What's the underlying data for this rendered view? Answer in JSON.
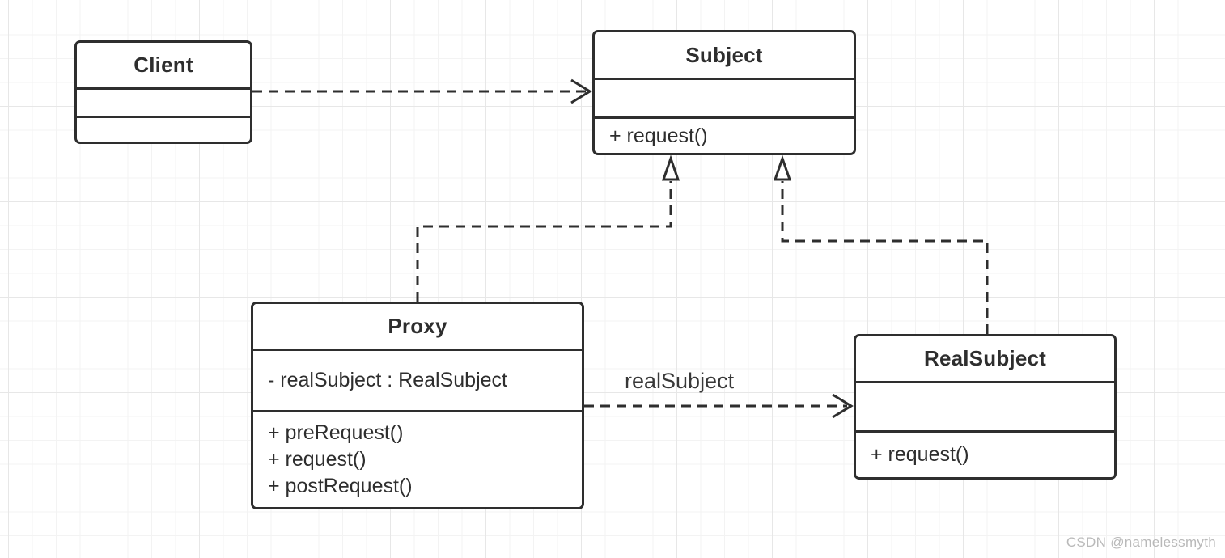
{
  "diagram": {
    "kind": "uml-class-diagram",
    "pattern": "Proxy"
  },
  "classes": {
    "client": {
      "name": "Client",
      "attributes": [],
      "methods": []
    },
    "subject": {
      "name": "Subject",
      "attributes": [],
      "methods": [
        "+ request()"
      ]
    },
    "proxy": {
      "name": "Proxy",
      "attributes": [
        "- realSubject : RealSubject"
      ],
      "methods": [
        "+ preRequest()",
        "+ request()",
        "+ postRequest()"
      ]
    },
    "realsubject": {
      "name": "RealSubject",
      "attributes": [],
      "methods": [
        "+ request()"
      ]
    }
  },
  "edges": {
    "client_to_subject": {
      "type": "dependency",
      "from": "Client",
      "to": "Subject",
      "label": ""
    },
    "proxy_to_subject": {
      "type": "realization",
      "from": "Proxy",
      "to": "Subject",
      "label": ""
    },
    "realsubject_to_subject": {
      "type": "realization",
      "from": "RealSubject",
      "to": "Subject",
      "label": ""
    },
    "proxy_to_realsubject": {
      "type": "dependency",
      "from": "Proxy",
      "to": "RealSubject",
      "label": "realSubject"
    }
  },
  "watermark": "CSDN @namelessmyth",
  "colors": {
    "stroke": "#2e2e2e",
    "text": "#2e2e2e",
    "background": "#ffffff",
    "grid_minor": "#f3f3f3",
    "grid_major": "#e7e7e7",
    "watermark": "#b9b9b9"
  }
}
